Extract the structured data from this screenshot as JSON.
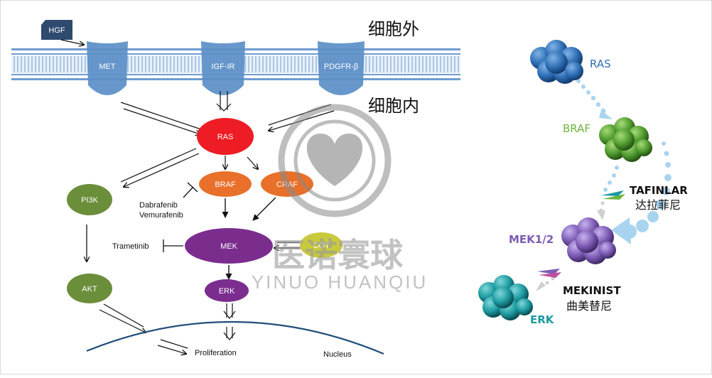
{
  "pathway": {
    "ligand": "HGF",
    "receptors": [
      "MET",
      "IGF-IR",
      "PDGFR-β"
    ],
    "outside_label": "细胞外",
    "inside_label": "细胞内",
    "nodes": {
      "ras": "RAS",
      "braf": "BRAF",
      "craf": "CRAF",
      "mek": "MEK",
      "cot": "COT",
      "erk": "ERK",
      "pi3k": "PI3K",
      "akt": "AKT"
    },
    "inhibitors": {
      "braf": [
        "Dabrafenib",
        "Vemurafenib"
      ],
      "mek": "Trametinib"
    },
    "proliferation": "Proliferation",
    "nucleus": "Nucleus",
    "colors": {
      "membrane": "#8fb4dc",
      "receptor": "#5b8fc7",
      "hgf": "#2e4a6e",
      "ras": "#ee1c24",
      "raf": "#e8702a",
      "mek": "#7b2d8e",
      "cot": "#c9c93e",
      "green": "#6b8e3a"
    }
  },
  "watermark": {
    "cn": "医诺寰球",
    "en": "YINUO HUANQIU"
  },
  "right_panel": {
    "ras": "RAS",
    "braf": "BRAF",
    "mek": "MEK1/2",
    "erk": "ERK",
    "drug1_name": "TAFINLAR",
    "drug1_zh": "达拉菲尼",
    "drug2_name": "MEKINIST",
    "drug2_zh": "曲美替尼",
    "colors": {
      "ras": "#2f6fb5",
      "braf": "#6db33f",
      "mek": "#7d5bb5",
      "erk": "#1c9aa0"
    }
  }
}
